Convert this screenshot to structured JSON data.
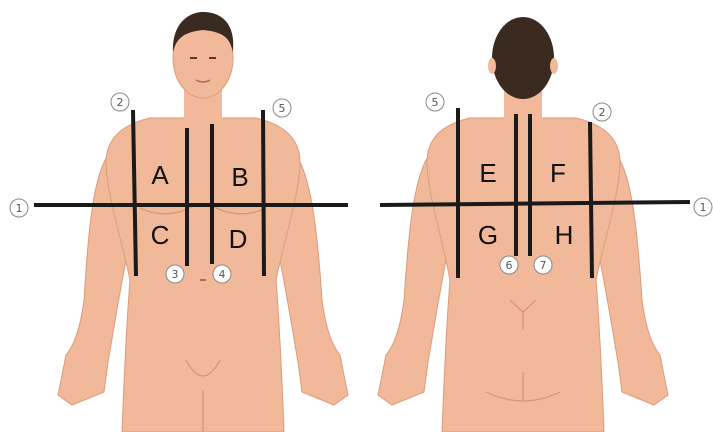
{
  "figure": {
    "colors": {
      "skin": "#f1b99a",
      "skin_shadow": "#dd9a7b",
      "hair": "#3a2a20",
      "line": "#1a1a1a",
      "marker_stroke": "#888888",
      "text": "#111111"
    },
    "front": {
      "view": "anterior",
      "regions": [
        "A",
        "B",
        "C",
        "D"
      ],
      "markers": [
        "1",
        "2",
        "3",
        "4",
        "5"
      ]
    },
    "back": {
      "view": "posterior",
      "regions": [
        "E",
        "F",
        "G",
        "H"
      ],
      "markers": [
        "5",
        "2",
        "6",
        "7",
        "1"
      ]
    }
  }
}
